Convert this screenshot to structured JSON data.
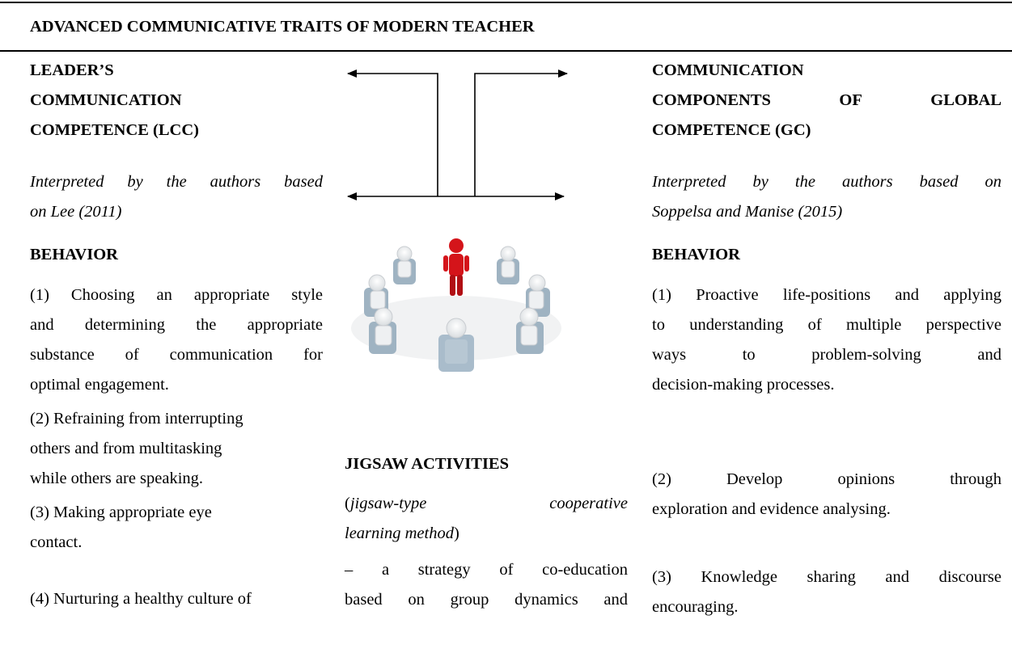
{
  "table_header": "ADVANCED COMMUNICATIVE TRAITS OF MODERN TEACHER",
  "left": {
    "title_lines": [
      "LEADER’S",
      "COMMUNICATION",
      "COMPETENCE (LCC)"
    ],
    "source_lines": [
      "Interpreted by the authors based",
      "on Lee (2011)"
    ],
    "section": "BEHAVIOR",
    "item1_lines": [
      "(1) Choosing an appropriate style",
      "and determining the appropriate",
      "substance of communication for",
      "optimal engagement."
    ],
    "item2_lines": [
      "(2) Refraining from interrupting",
      "others and from multitasking",
      "while others are speaking."
    ],
    "item3_lines": [
      "(3) Making appropriate eye",
      "contact."
    ],
    "item4_lines": [
      "(4) Nurturing a healthy culture of"
    ]
  },
  "middle": {
    "illustration": "people-sitting-in-circle-icon",
    "title": "JIGSAW ACTIVITIES",
    "paren_open": "(",
    "paren_italic_a": "jigsaw-type",
    "paren_italic_b": "cooperative",
    "paren_italic_c": "learning method",
    "paren_close": ")",
    "desc_lines": [
      "– a strategy of co-education",
      "based on group dynamics and"
    ]
  },
  "right": {
    "title_line1": "COMMUNICATION",
    "title_line2_words": [
      "COMPONENTS",
      "OF",
      "GLOBAL"
    ],
    "title_line3": "COMPETENCE (GC)",
    "source_lines": [
      "Interpreted by the authors based on",
      "Soppelsa and Manise (2015)"
    ],
    "section": "BEHAVIOR",
    "item1_lines": [
      "(1) Proactive life-positions and applying",
      "to understanding of multiple perspective",
      "ways to problem-solving and",
      "decision-making processes."
    ],
    "item2_lines": [
      "(2) Develop opinions through",
      "exploration and evidence analysing."
    ],
    "item3_lines": [
      "(3) Knowledge sharing and discourse",
      "encouraging."
    ]
  },
  "colors": {
    "text": "#000000",
    "figure_highlight": "#d4141a",
    "figure_body": "#e9ecef",
    "chair": "#9fb3c2"
  }
}
